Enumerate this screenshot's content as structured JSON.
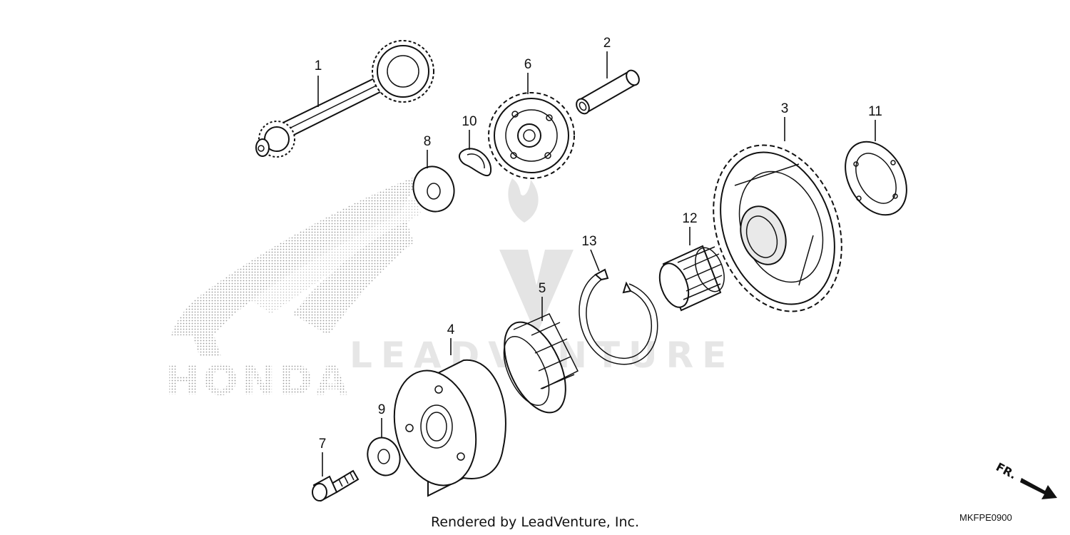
{
  "labels": {
    "l1": "1",
    "l2": "2",
    "l3": "3",
    "l4": "4",
    "l5": "5",
    "l6": "6",
    "l7": "7",
    "l8": "8",
    "l9": "9",
    "l10": "10",
    "l11": "11",
    "l12": "12",
    "l13": "13"
  },
  "watermark": {
    "text": "LEADVENTURE",
    "brand": "HONDA"
  },
  "footer": {
    "rendered_by": "Rendered by LeadVenture, Inc.",
    "code": "MKFPE0900",
    "direction": "FR."
  }
}
